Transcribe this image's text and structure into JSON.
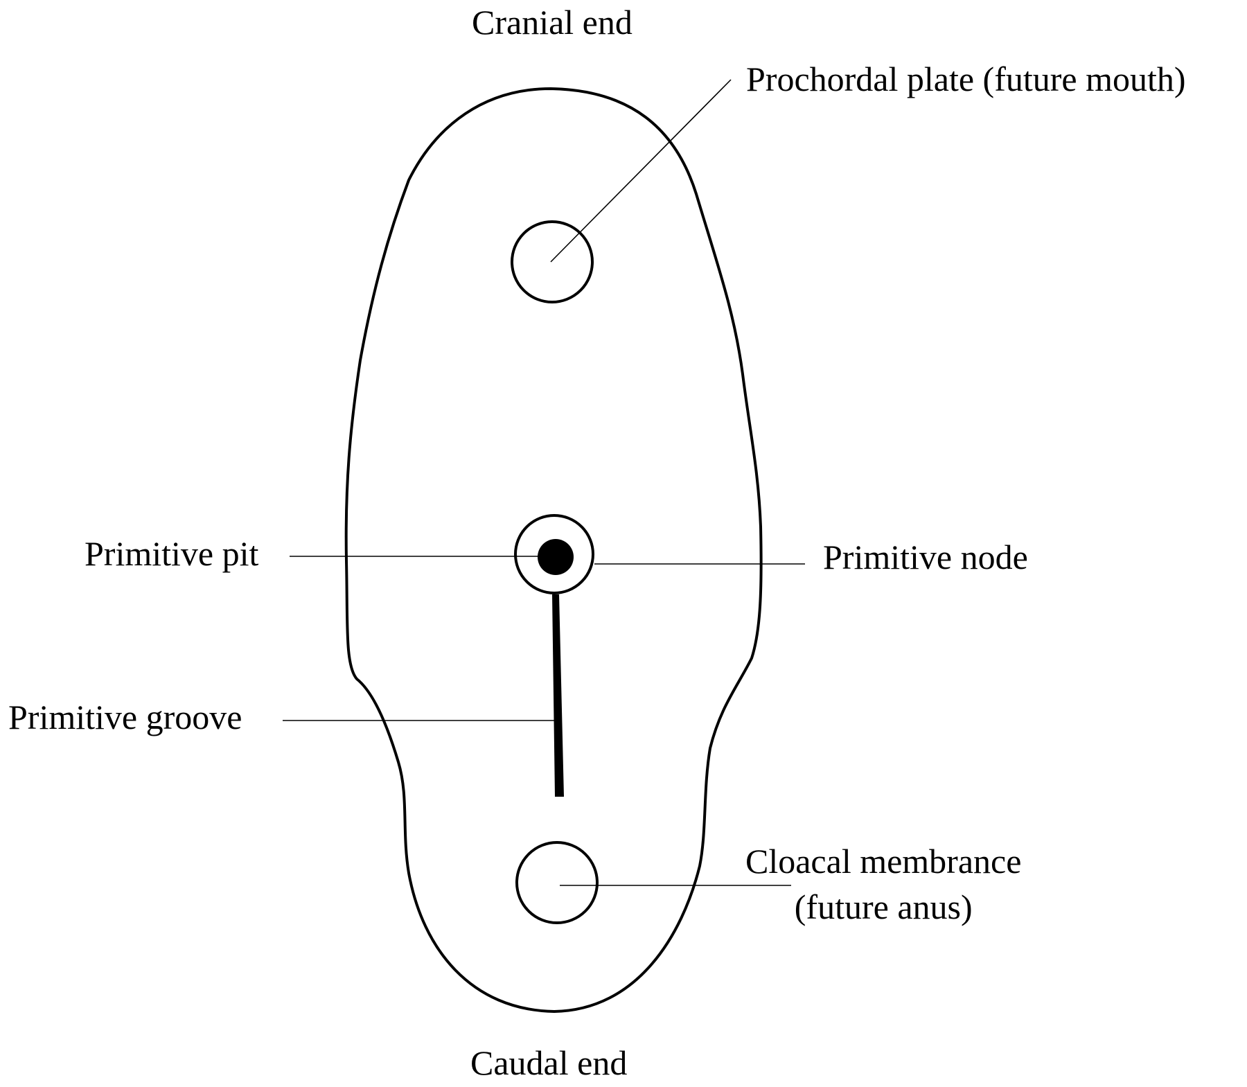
{
  "labels": {
    "cranial_end": "Cranial end",
    "caudal_end": "Caudal end",
    "prochordal_plate": "Prochordal plate (future mouth)",
    "primitive_pit": "Primitive pit",
    "primitive_node": "Primitive node",
    "primitive_groove": "Primitive groove",
    "cloacal_membrane_line1": "Cloacal membrance",
    "cloacal_membrane_line2": "(future anus)"
  },
  "colors": {
    "ink": "#000000",
    "background": "#ffffff"
  }
}
